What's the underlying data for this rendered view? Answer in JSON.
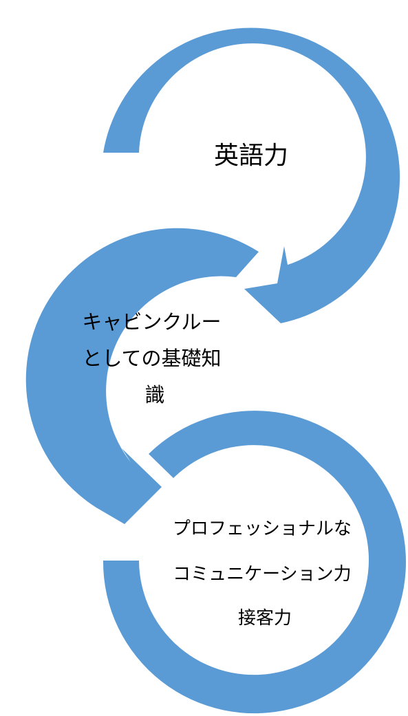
{
  "colors": {
    "arrow": "#5b9bd5",
    "text": "#000000",
    "background": "#ffffff"
  },
  "steps": [
    {
      "lines": [
        "英語力"
      ]
    },
    {
      "lines": [
        "キャビンクルー",
        "としての基礎知",
        "識"
      ]
    },
    {
      "lines": [
        "プロフェッショナルな",
        "コミュニケーション力",
        "接客力"
      ]
    }
  ]
}
